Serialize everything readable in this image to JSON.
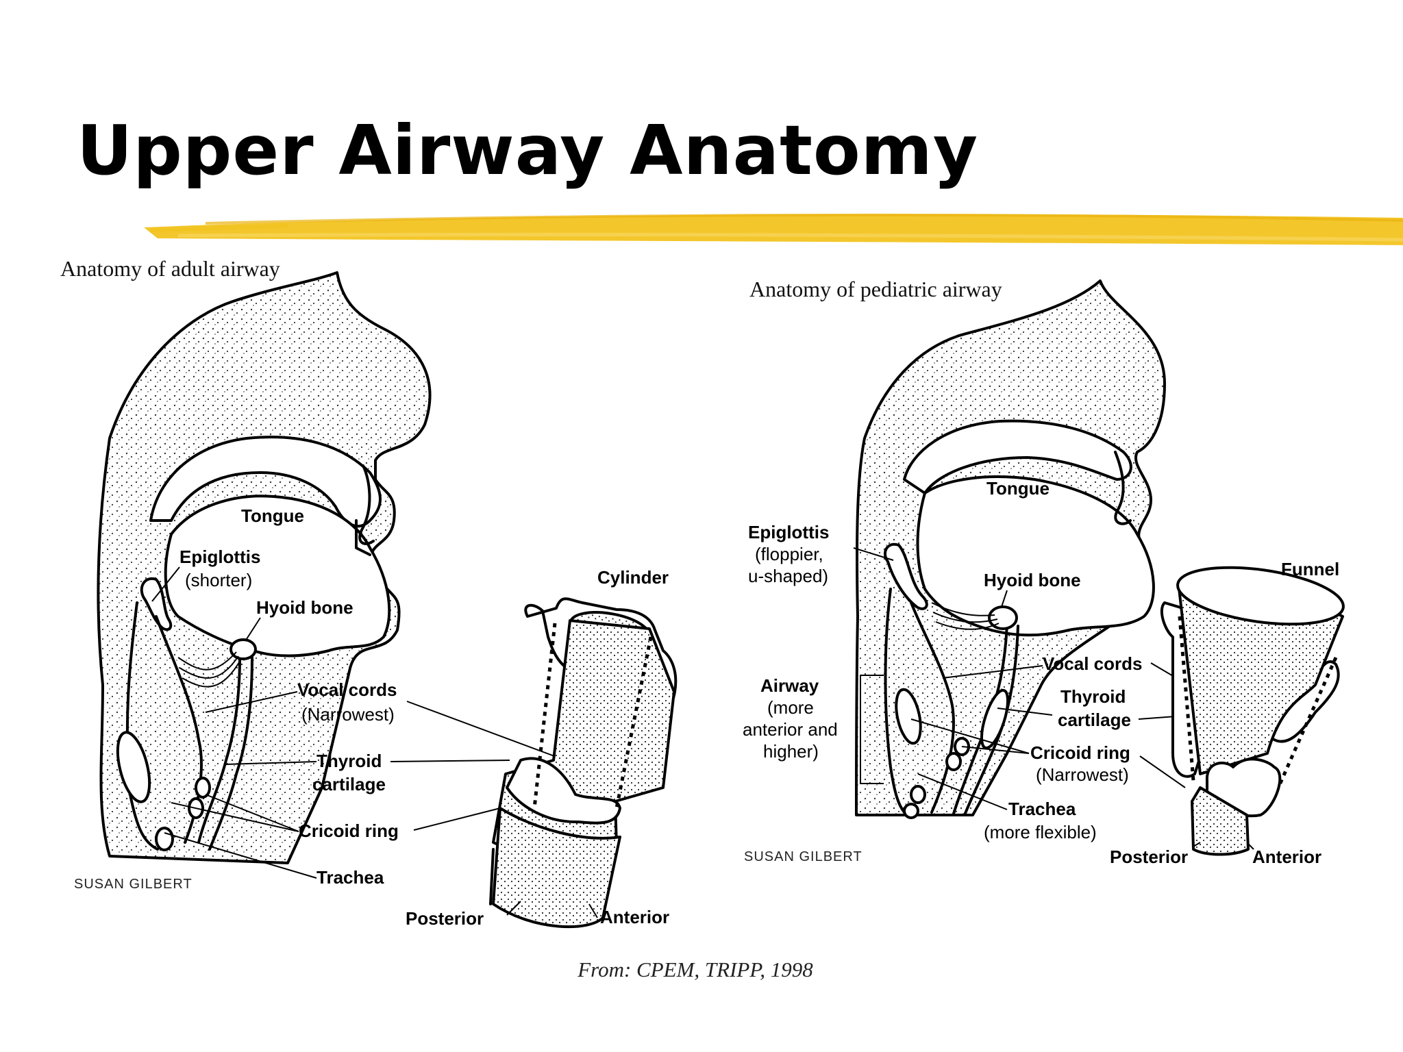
{
  "slide": {
    "title": "Upper Airway Anatomy",
    "accent_color": "#f2c21a",
    "source": "From: CPEM, TRIPP, 1998"
  },
  "adult": {
    "caption": "Anatomy of adult airway",
    "credit": "SUSAN GILBERT",
    "labels": {
      "tongue": "Tongue",
      "epiglottis": "Epiglottis",
      "epiglottis_note": "(shorter)",
      "hyoid": "Hyoid bone",
      "vocal_cords": "Vocal cords",
      "vocal_cords_note": "(Narrowest)",
      "thyroid_1": "Thyroid",
      "thyroid_2": "cartilage",
      "cricoid": "Cricoid ring",
      "trachea": "Trachea",
      "shape": "Cylinder",
      "posterior": "Posterior",
      "anterior": "Anterior"
    }
  },
  "pediatric": {
    "caption": "Anatomy of  pediatric airway",
    "credit": "SUSAN GILBERT",
    "labels": {
      "tongue": "Tongue",
      "epiglottis": "Epiglottis",
      "epiglottis_note_1": "(floppier,",
      "epiglottis_note_2": "u-shaped)",
      "hyoid": "Hyoid bone",
      "airway": "Airway",
      "airway_note_1": "(more",
      "airway_note_2": "anterior and",
      "airway_note_3": "higher)",
      "vocal_cords": "Vocal cords",
      "thyroid_1": "Thyroid",
      "thyroid_2": "cartilage",
      "cricoid": "Cricoid ring",
      "cricoid_note": "(Narrowest)",
      "trachea": "Trachea",
      "trachea_note": "(more flexible)",
      "shape": "Funnel",
      "posterior": "Posterior",
      "anterior": "Anterior"
    }
  }
}
